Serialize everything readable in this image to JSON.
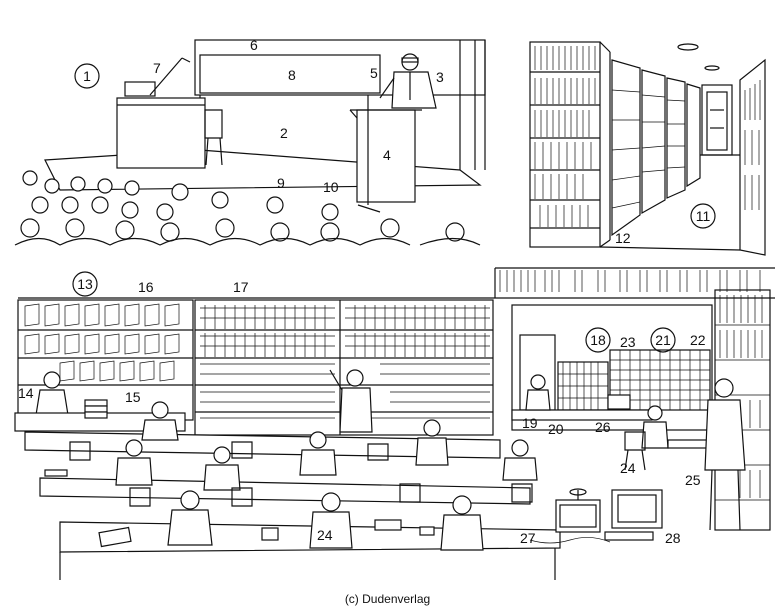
{
  "labels": {
    "panel_lecture": "1",
    "lectern_desk": "3",
    "lectern_front": "4",
    "podium": "2",
    "blackboard": "6",
    "lamp": "7",
    "screen": "8",
    "speaker": "5",
    "audience_a": "9",
    "audience_b": "10",
    "panel_stacks": "11",
    "shelf_post": "12",
    "panel_reading_room": "13",
    "librarian": "14",
    "books_on_desk": "15",
    "periodicals_shelf": "16",
    "reference_shelf": "17",
    "panel_catalogue": "18",
    "staff_member": "19",
    "counter": "20",
    "panel_catalogue_b": "21",
    "lending_area": "22",
    "card_catalogue": "23",
    "reader_a": "24",
    "reader_b": "24",
    "catalogue_user": "25",
    "card_drawer": "26",
    "microfilm_cable": "27",
    "computer_terminal": "28"
  },
  "credit": "(c) Dudenverlag"
}
